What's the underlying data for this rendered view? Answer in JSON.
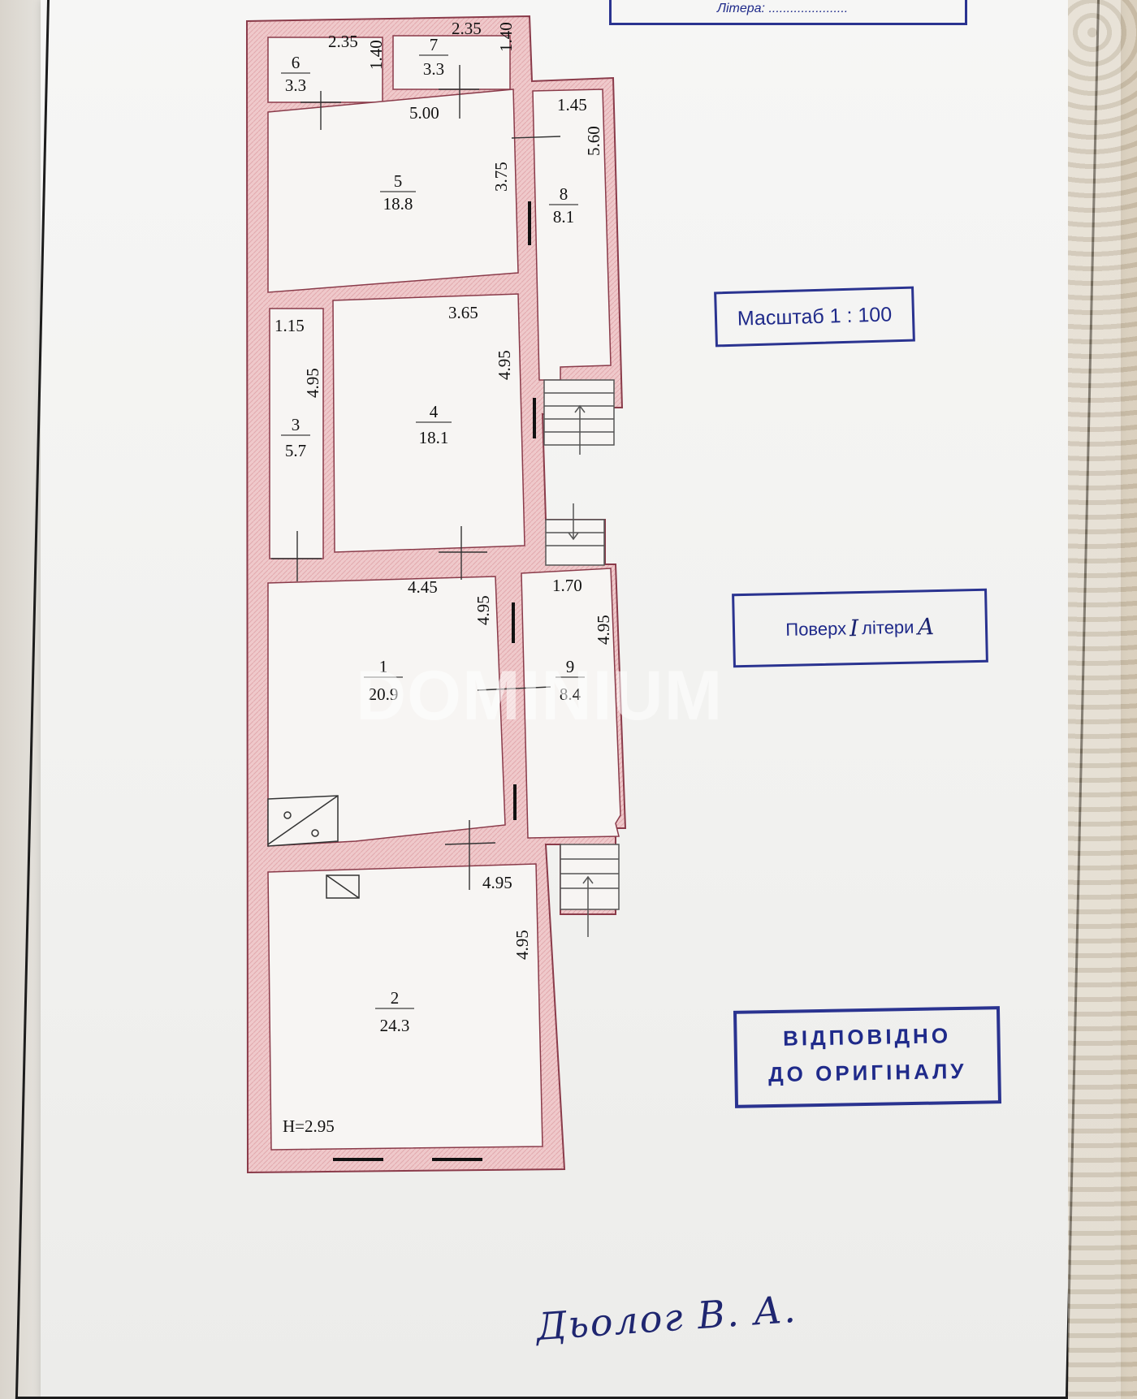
{
  "header_stamp": {
    "litera_label": "Літера: ......................"
  },
  "scale_stamp": {
    "text": "Масштаб 1 : 100"
  },
  "floor_stamp": {
    "prefix": "Поверх",
    "floor_value": "I",
    "middle": "літери",
    "litera_value": "А"
  },
  "certification_stamp": {
    "line1": "ВІДПОВІДНО",
    "line2": "ДО ОРИГІНАЛУ"
  },
  "watermark": "DOMINIUM",
  "signature": "Дьолог В. А.",
  "ceiling_height": "H=2.95",
  "rooms": [
    {
      "number": "1",
      "area": "20.9"
    },
    {
      "number": "2",
      "area": "24.3"
    },
    {
      "number": "3",
      "area": "5.7"
    },
    {
      "number": "4",
      "area": "18.1"
    },
    {
      "number": "5",
      "area": "18.8"
    },
    {
      "number": "6",
      "area": "3.3"
    },
    {
      "number": "7",
      "area": "3.3"
    },
    {
      "number": "8",
      "area": "8.1"
    },
    {
      "number": "9",
      "area": "8.4"
    }
  ],
  "dimensions": {
    "r6_w": "2.35",
    "r6_h": "1.40",
    "r7_w": "2.35",
    "r7_h": "1.40",
    "r5_w": "5.00",
    "r5_h": "3.75",
    "r8_w": "1.45",
    "r8_h": "5.60",
    "r3_w": "1.15",
    "r3_h": "4.95",
    "r4_w": "3.65",
    "r4_h": "4.95",
    "r1_w": "4.45",
    "r1_h": "4.95",
    "r9_w": "1.70",
    "r9_h": "4.95",
    "r2_w": "4.95",
    "r2_h": "4.95"
  },
  "colors": {
    "wall_fill": "#efc9cb",
    "wall_stroke": "#8a3b4a",
    "stamp_ink": "#2a3390"
  }
}
